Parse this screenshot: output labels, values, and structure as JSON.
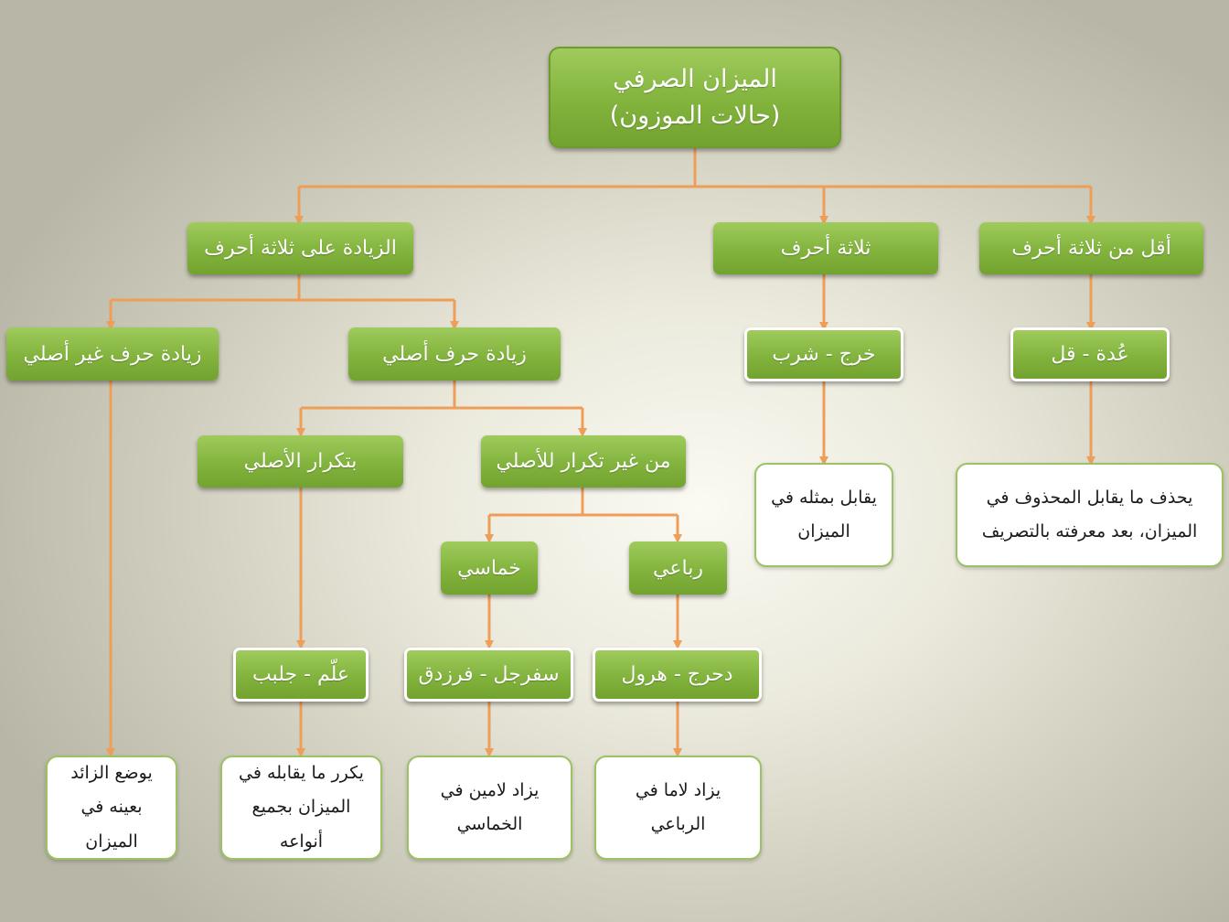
{
  "root": {
    "line1": "الميزان الصرفي",
    "line2": "(حالات الموزون)"
  },
  "branches": {
    "less_than_three": {
      "label": "أقل من ثلاثة أحرف",
      "example": "عُدة - قل",
      "rule": "يحذف ما يقابل المحذوف في\nالميزان، بعد معرفته بالتصريف"
    },
    "three": {
      "label": "ثلاثة أحرف",
      "example": "خرج - شرب",
      "rule": "يقابل بمثله في\nالميزان"
    },
    "more_than_three": {
      "label": "الزيادة على ثلاثة أحرف",
      "original_letter": {
        "label": "زيادة حرف أصلي",
        "with_repetition": {
          "label": "بتكرار الأصلي",
          "example": "علّم - جلبب",
          "rule": "يكرر ما يقابله في\nالميزان بجميع أنواعه"
        },
        "without_repetition": {
          "label": "من غير تكرار للأصلي",
          "quadrilateral": {
            "label": "رباعي",
            "example": "دحرج - هرول",
            "rule": "يزاد لاما في الرباعي"
          },
          "quinquelateral": {
            "label": "خماسي",
            "example": "سفرجل - فرزدق",
            "rule": "يزاد لامين في\nالخماسي"
          }
        }
      },
      "extra_letter": {
        "label": "زيادة حرف غير أصلي",
        "rule": "يوضع الزائد\nبعينه في الميزان"
      }
    }
  },
  "colors": {
    "connector": "#ee9e58",
    "box_green_top": "#9fcb5c",
    "box_green_bottom": "#73a32f",
    "box_border": "#9cc264",
    "text_light": "#ffffff",
    "text_dark": "#1b1b1b"
  }
}
